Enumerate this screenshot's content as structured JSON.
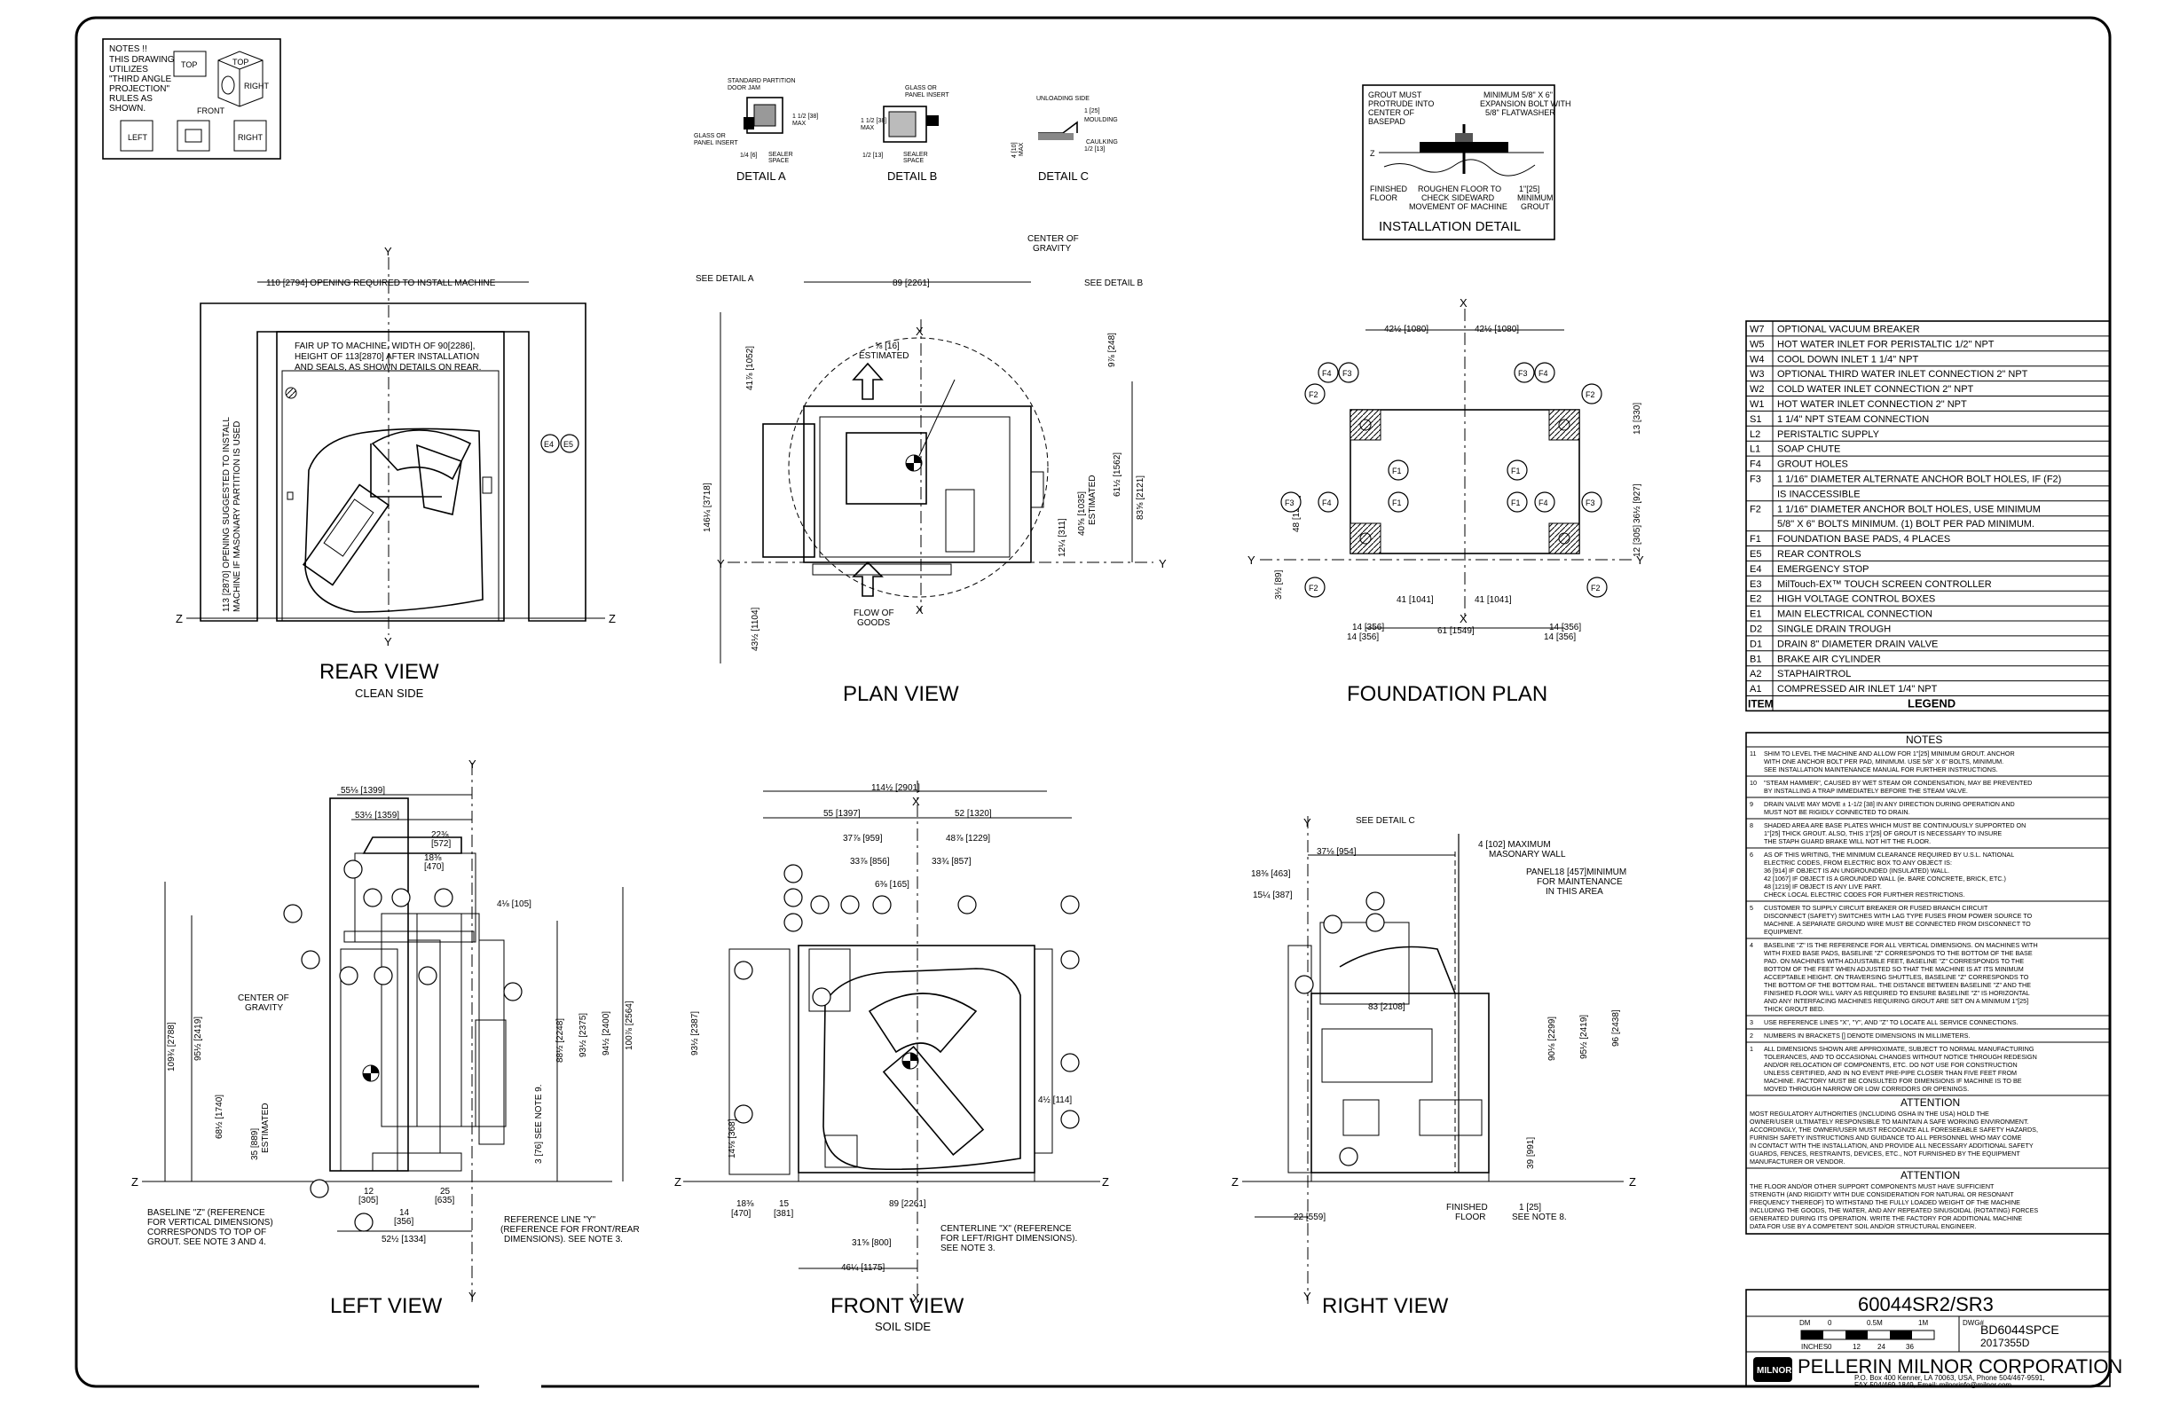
{
  "title_block": {
    "model": "60044SR2/SR3",
    "dwg_label": "DWG#",
    "dwg_number": "BD6044SPCE",
    "revision": "2017355D",
    "company": "PELLERIN MILNOR CORPORATION",
    "address": "P.O. Box 400 Kenner, LA 70063, USA, Phone 504/467-9591,",
    "fax": "FAX 504/469-1849, Email: milnorinfo@milnor.com",
    "logo": "MILNOR",
    "scale_dm": "DM",
    "scale_0": "0",
    "scale_05m": "0.5M",
    "scale_1m": "1M",
    "scale_inches": "INCHES",
    "scale_in0": "0",
    "scale_in12": "12",
    "scale_in24": "24",
    "scale_in36": "36"
  },
  "legend": {
    "header_item": "ITEM",
    "header_legend": "LEGEND",
    "rows": [
      {
        "item": "W7",
        "desc": "OPTIONAL VACUUM BREAKER"
      },
      {
        "item": "W5",
        "desc": "HOT WATER INLET FOR PERISTALTIC 1/2\" NPT"
      },
      {
        "item": "W4",
        "desc": "COOL DOWN INLET 1 1/4\" NPT"
      },
      {
        "item": "W3",
        "desc": "OPTIONAL THIRD WATER INLET CONNECTION 2\" NPT"
      },
      {
        "item": "W2",
        "desc": "COLD WATER INLET CONNECTION 2\" NPT"
      },
      {
        "item": "W1",
        "desc": "HOT WATER INLET CONNECTION 2\" NPT"
      },
      {
        "item": "S1",
        "desc": "1 1/4\" NPT STEAM CONNECTION"
      },
      {
        "item": "L2",
        "desc": "PERISTALTIC SUPPLY"
      },
      {
        "item": "L1",
        "desc": "SOAP CHUTE"
      },
      {
        "item": "F4",
        "desc": "GROUT HOLES"
      },
      {
        "item": "F3",
        "desc": "1 1/16\" DIAMETER ALTERNATE ANCHOR BOLT HOLES, IF (F2)"
      },
      {
        "item": "",
        "desc": "IS INACCESSIBLE"
      },
      {
        "item": "F2",
        "desc": "1 1/16\" DIAMETER ANCHOR BOLT HOLES, USE MINIMUM"
      },
      {
        "item": "",
        "desc": "5/8\" X 6\" BOLTS MINIMUM. (1) BOLT PER PAD MINIMUM."
      },
      {
        "item": "F1",
        "desc": "FOUNDATION BASE PADS, 4 PLACES"
      },
      {
        "item": "E5",
        "desc": "REAR CONTROLS"
      },
      {
        "item": "E4",
        "desc": "EMERGENCY STOP"
      },
      {
        "item": "E3",
        "desc": "MilTouch-EX™ TOUCH SCREEN CONTROLLER"
      },
      {
        "item": "E2",
        "desc": "HIGH VOLTAGE CONTROL BOXES"
      },
      {
        "item": "E1",
        "desc": "MAIN ELECTRICAL CONNECTION"
      },
      {
        "item": "D2",
        "desc": "SINGLE DRAIN TROUGH"
      },
      {
        "item": "D1",
        "desc": "DRAIN 8\" DIAMETER DRAIN VALVE"
      },
      {
        "item": "B1",
        "desc": "BRAKE AIR CYLINDER"
      },
      {
        "item": "A2",
        "desc": "STAPHAIRTROL"
      },
      {
        "item": "A1",
        "desc": "COMPRESSED AIR INLET 1/4\" NPT"
      }
    ]
  },
  "notes": {
    "header": "NOTES",
    "items": [
      {
        "n": "11",
        "lines": [
          "SHIM TO LEVEL THE MACHINE AND ALLOW FOR 1\"[25] MINIMUM GROUT. ANCHOR",
          "WITH ONE ANCHOR BOLT PER PAD, MINIMUM. USE 5/8\" X 6\" BOLTS, MINIMUM.",
          "SEE INSTALLATION MAINTENANCE MANUAL FOR FURTHER INSTRUCTIONS."
        ]
      },
      {
        "n": "10",
        "lines": [
          "\"STEAM HAMMER\", CAUSED BY WET STEAM OR CONDENSATION, MAY BE PREVENTED",
          "BY INSTALLING A TRAP IMMEDIATELY BEFORE THE STEAM VALVE."
        ]
      },
      {
        "n": "9",
        "lines": [
          "DRAIN VALVE MAY MOVE ± 1-1/2 [38] IN ANY DIRECTION DURING OPERATION AND",
          "MUST NOT BE RIGIDLY CONNECTED TO DRAIN."
        ]
      },
      {
        "n": "8",
        "lines": [
          "SHADED AREA ARE BASE PLATES WHICH MUST BE CONTINUOUSLY SUPPORTED ON",
          "1\"[25] THICK GROUT. ALSO, THIS 1\"[25] OF GROUT IS NECESSARY TO INSURE",
          "THE STAPH GUARD BRAKE WILL NOT HIT THE FLOOR."
        ]
      },
      {
        "n": "6",
        "lines": [
          "AS OF THIS WRITING, THE MINIMUM CLEARANCE REQUIRED BY U.S.L. NATIONAL",
          "ELECTRIC CODES, FROM ELECTRIC BOX TO ANY OBJECT IS:",
          "36 [914] IF OBJECT IS AN UNGROUNDED (INSULATED) WALL.",
          "42 [1067] IF OBJECT IS A GROUNDED WALL (ie. BARE CONCRETE, BRICK, ETC.)",
          "48 [1219] IF OBJECT IS ANY LIVE PART.",
          "CHECK LOCAL ELECTRIC CODES FOR FURTHER RESTRICTIONS."
        ]
      },
      {
        "n": "5",
        "lines": [
          "CUSTOMER TO SUPPLY CIRCUIT BREAKER OR FUSED BRANCH CIRCUIT",
          "DISCONNECT (SAFETY) SWITCHES WITH LAG TYPE FUSES FROM POWER SOURCE TO",
          "MACHINE. A SEPARATE GROUND WIRE MUST BE CONNECTED FROM DISCONNECT TO",
          "EQUIPMENT."
        ]
      },
      {
        "n": "4",
        "lines": [
          "BASELINE \"Z\" IS THE REFERENCE FOR ALL VERTICAL DIMENSIONS. ON MACHINES WITH",
          "WITH FIXED BASE PADS, BASELINE \"Z\" CORRESPONDS TO THE BOTTOM OF THE BASE",
          "PAD. ON MACHINES WITH ADJUSTABLE FEET, BASELINE \"Z\" CORRESPONDS TO THE",
          "BOTTOM OF THE FEET WHEN ADJUSTED SO THAT THE MACHINE IS AT ITS MINIMUM",
          "ACCEPTABLE HEIGHT. ON TRAVERSING SHUTTLES, BASELINE \"Z\" CORRESPONDS TO",
          "THE BOTTOM OF THE BOTTOM RAIL. THE DISTANCE BETWEEN BASELINE \"Z\" AND THE",
          "FINISHED FLOOR WILL VARY AS REQUIRED TO ENSURE BASELINE \"Z\" IS HORIZONTAL",
          "AND ANY INTERFACING MACHINES REQUIRING GROUT ARE SET ON A MINIMUM 1\"[25]",
          "THICK GROUT BED."
        ]
      },
      {
        "n": "3",
        "lines": [
          "USE REFERENCE LINES \"X\", \"Y\", AND \"Z\" TO LOCATE ALL SERVICE CONNECTIONS."
        ]
      },
      {
        "n": "2",
        "lines": [
          "NUMBERS IN BRACKETS [] DENOTE DIMENSIONS IN MILLIMETERS."
        ]
      },
      {
        "n": "1",
        "lines": [
          "ALL DIMENSIONS SHOWN ARE APPROXIMATE, SUBJECT TO NORMAL MANUFACTURING",
          "TOLERANCES, AND TO OCCASIONAL CHANGES WITHOUT NOTICE THROUGH REDESIGN",
          "AND/OR RELOCATION OF COMPONENTS, ETC. DO NOT USE FOR CONSTRUCTION",
          "UNLESS CERTIFIED, AND IN NO EVENT PRE-PIPE CLOSER THAN FIVE FEET FROM",
          "MACHINE. FACTORY MUST BE CONSULTED FOR DIMENSIONS IF MACHINE IS TO BE",
          "MOVED THROUGH NARROW OR LOW CORRIDORS OR OPENINGS."
        ]
      }
    ]
  },
  "attention1": {
    "header": "ATTENTION",
    "lines": [
      "MOST REGULATORY AUTHORITIES (INCLUDING OSHA IN THE USA) HOLD THE",
      "OWNER/USER ULTIMATELY RESPONSIBLE TO MAINTAIN A SAFE WORKING ENVIRONMENT.",
      "ACCORDINGLY, THE OWNER/USER MUST RECOGNIZE ALL FORESEEABLE SAFETY HAZARDS,",
      "FURNISH SAFETY INSTRUCTIONS AND GUIDANCE TO ALL PERSONNEL WHO MAY COME",
      "IN CONTACT WITH THE INSTALLATION, AND PROVIDE ALL NECESSARY ADDITIONAL SAFETY",
      "GUARDS, FENCES, RESTRAINTS, DEVICES, ETC., NOT FURNISHED BY THE EQUIPMENT",
      "MANUFACTURER OR VENDOR."
    ]
  },
  "attention2": {
    "header": "ATTENTION",
    "lines": [
      "THE FLOOR AND/OR OTHER SUPPORT COMPONENTS MUST HAVE SUFFICIENT",
      "STRENGTH (AND RIGIDITY WITH DUE CONSIDERATION FOR NATURAL OR RESONANT",
      "FREQUENCY THEREOF) TO WITHSTAND THE FULLY LOADED WEIGHT OF THE MACHINE",
      "INCLUDING THE GOODS, THE WATER, AND ANY REPEATED SINUSOIDAL (ROTATING) FORCES",
      "GENERATED DURING ITS OPERATION. WRITE THE FACTORY FOR ADDITIONAL MACHINE",
      "DATA FOR USE BY A COMPETENT SOIL AND/OR STRUCTURAL ENGINEER."
    ]
  },
  "projection_note": {
    "lines": [
      "NOTES !!",
      "THIS DRAWING",
      "UTILIZES",
      "\"THIRD ANGLE",
      "PROJECTION\"",
      "RULES AS",
      "SHOWN."
    ],
    "top": "TOP",
    "top2": "TOP",
    "right": "RIGHT",
    "front": "FRONT",
    "left": "LEFT",
    "right2": "RIGHT"
  },
  "details": {
    "a_title": "DETAIL A",
    "b_title": "DETAIL B",
    "c_title": "DETAIL C",
    "a_l1": "STANDARD PARTITION",
    "a_l2": "DOOR JAM",
    "a_l3": "GLASS OR",
    "a_l4": "PANEL INSERT",
    "a_d1": "1 1/2 [38]",
    "a_d2": "MAX",
    "a_d3": "1/4 [6]",
    "a_d4": "SEALER",
    "a_d5": "SPACE",
    "b_l1": "GLASS OR",
    "b_l2": "PANEL INSERT",
    "b_d1": "1 1/2 [38]",
    "b_d2": "MAX",
    "b_d3": "1/2 [13]",
    "b_d4": "SEALER",
    "b_d5": "SPACE",
    "c_l1": "UNLOADING SIDE",
    "c_d1": "1 [25]",
    "c_l2": "MOULDING",
    "c_l3": "CAULKING",
    "c_d2": "1/2 [13]",
    "c_d3": "4 [10]",
    "c_d4": "MAX"
  },
  "installation_detail": {
    "title": "INSTALLATION DETAIL",
    "l1": "GROUT MUST",
    "l2": "PROTRUDE INTO",
    "l3": "CENTER OF",
    "l4": "BASEPAD",
    "r1": "MINIMUM 5/8\" X 6\"",
    "r2": "EXPANSION BOLT WITH",
    "r3": "5/8\" FLATWASHER",
    "z": "Z",
    "b1": "FINISHED",
    "b2": "FLOOR",
    "b3": "ROUGHEN FLOOR TO",
    "b4": "CHECK SIDEWARD",
    "b5": "MOVEMENT OF MACHINE",
    "b6": "1\"[25]",
    "b7": "MINIMUM",
    "b8": "GROUT"
  },
  "rear_view": {
    "title": "REAR VIEW",
    "subtitle": "CLEAN SIDE",
    "opening": "110 [2794] OPENING REQUIRED TO INSTALL MACHINE",
    "fair1": "FAIR UP TO MACHINE, WIDTH OF 90[2286],",
    "fair2": "HEIGHT OF 113[2870] AFTER INSTALLATION",
    "fair3": "AND SEALS, AS SHOWN DETAILS ON REAR.",
    "vert1": "113 [2870] OPENING SUGGESTED TO INSTALL",
    "vert2": "MACHINE IF MASONARY PARTITION IS USED",
    "y": "Y",
    "z": "Z",
    "e4": "E4",
    "e5": "E5"
  },
  "plan_view": {
    "title": "PLAN VIEW",
    "see_a": "SEE DETAIL A",
    "see_b": "SEE DETAIL B",
    "cog1": "CENTER OF",
    "cog2": "GRAVITY",
    "w": "89 [2261]",
    "d1": "41⅞ [1052]",
    "d2": "⅝ [16]",
    "est": "ESTIMATED",
    "d3": "146¼ [3718]",
    "d4": "9⅞ [248]",
    "d5": "61½ [1562]",
    "d6": "40⅝ [1035]",
    "est2": "ESTIMATED",
    "d7": "83⅝ [2121]",
    "d8": "12¼ [311]",
    "d9": "43½ [1104]",
    "flow1": "FLOW OF",
    "flow2": "GOODS",
    "x": "X",
    "y": "Y"
  },
  "foundation_plan": {
    "title": "FOUNDATION PLAN",
    "d1": "42½ [1080]",
    "d2": "42½ [1080]",
    "d3": "13 [330]",
    "d4": "48 [1219]",
    "d5": "36½ [927]",
    "d6": "3½ [89]",
    "d7": "12 [305]",
    "d8": "41 [1041]",
    "d9": "41 [1041]",
    "d10": "14 [356]",
    "d11": "61 [1549]",
    "d12": "14 [356]",
    "x": "X",
    "y": "Y",
    "f1": "F1",
    "f2": "F2",
    "f3": "F3",
    "f4": "F4"
  },
  "left_view": {
    "title": "LEFT VIEW",
    "d1": "55⅛ [1399]",
    "d2": "53½ [1359]",
    "d3": "22⅜",
    "d3b": "[572]",
    "d4": "18⅜",
    "d4b": "[470]",
    "d5": "4⅛ [105]",
    "cog1": "CENTER OF",
    "cog2": "GRAVITY",
    "v1": "109¾ [2788]",
    "v2": "95½ [2419]",
    "v3": "68½ [1740]",
    "v4": "35 [889]",
    "v4b": "ESTIMATED",
    "v5": "3 [76] SEE NOTE 9.",
    "v6": "88½ [2248]",
    "v7": "93½ [2375]",
    "v8": "94½ [2400]",
    "v9": "100⅞ [2564]",
    "b1": "12",
    "b2": "[305]",
    "b3": "25",
    "b4": "[635]",
    "b5": "14",
    "b6": "[356]",
    "b7": "52½ [1334]",
    "baseline1": "BASELINE \"Z\" (REFERENCE",
    "baseline2": "FOR VERTICAL DIMENSIONS)",
    "baseline3": "CORRESPONDS TO TOP OF",
    "baseline4": "GROUT. SEE NOTE 3 AND 4.",
    "ref1": "REFERENCE LINE \"Y\"",
    "ref2": "(REFERENCE FOR FRONT/REAR",
    "ref3": "DIMENSIONS).  SEE NOTE 3.",
    "y": "Y",
    "z": "Z"
  },
  "front_view": {
    "title": "FRONT VIEW",
    "subtitle": "SOIL SIDE",
    "w": "114½ [2901]",
    "d1": "55 [1397]",
    "d2": "52 [1320]",
    "d3": "37⅞ [959]",
    "d4": "48⅞ [1229]",
    "d5": "33⅞ [856]",
    "d6": "33¾ [857]",
    "d7": "6⅜ [165]",
    "v1": "93½ [2387]",
    "v2": "14⅛ [368]",
    "v3": "4½ [114]",
    "b1": "18⅜",
    "b2": "[470]",
    "b3": "15",
    "b4": "[381]",
    "b5": "89 [2261]",
    "b6": "31⅝ [800]",
    "b7": "46¼ [1175]",
    "center1": "CENTERLINE \"X\" (REFERENCE",
    "center2": "FOR LEFT/RIGHT DIMENSIONS).",
    "center3": "SEE NOTE 3.",
    "x": "X",
    "z": "Z"
  },
  "right_view": {
    "title": "RIGHT VIEW",
    "see_c": "SEE DETAIL C",
    "d1": "37⅛ [954]",
    "d2": "18⅜ [463]",
    "d3": "15¼ [387]",
    "mas1": "4 [102] MAXIMUM",
    "mas2": "MASONARY WALL",
    "panel1": "PANEL18 [457]MINIMUM",
    "panel2": "FOR MAINTENANCE",
    "panel3": "IN THIS AREA",
    "d4": "83 [2108]",
    "v1": "90⅛ [2299]",
    "v2": "95½ [2419]",
    "v3": "96 [2438]",
    "v4": "39 [991]",
    "b1": "22 [559]",
    "ff1": "FINISHED",
    "ff2": "FLOOR",
    "b2": "1 [25]",
    "b3": "SEE NOTE 8.",
    "y": "Y",
    "z": "Z"
  }
}
